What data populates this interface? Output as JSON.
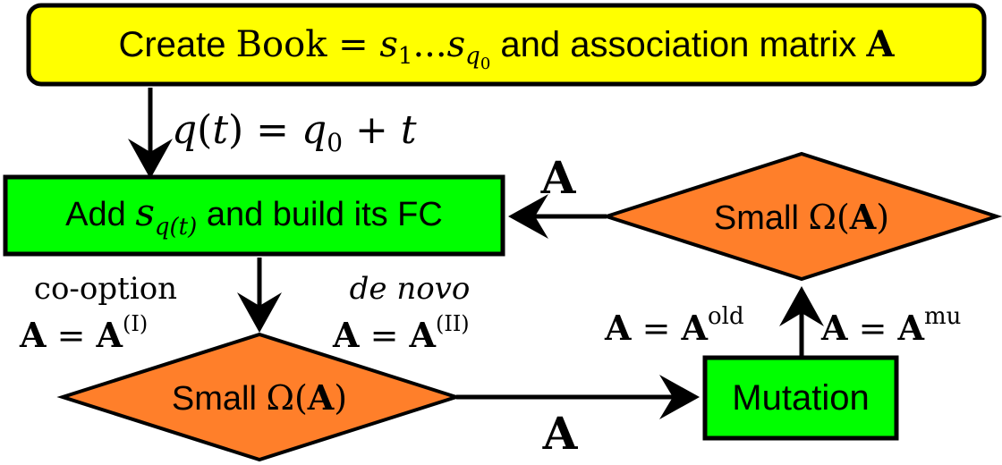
{
  "colors": {
    "yellow_box": "#ffff00",
    "green_box": "#00ff00",
    "orange_diamond": "#ff7f2a",
    "stroke": "#000000"
  },
  "top_box": {
    "pre": "Create ",
    "book": "Book",
    "eq": " = ",
    "s1": "s",
    "s1_sub": "1",
    "dots": "...",
    "sq": "s",
    "sq_sub": "q",
    "sq_subsub": "0",
    "post": " and association matrix ",
    "A": "A"
  },
  "q_formula": {
    "q": "q",
    "lp": "(",
    "t": "t",
    "rp": ") = ",
    "q0": "q",
    "q0_sub": "0",
    "plus": " + ",
    "t2": "t"
  },
  "add_box": {
    "pre": "Add ",
    "s": "s",
    "sub": "q(t)",
    "post": " and build its FC"
  },
  "co_option": {
    "label": "co-option",
    "lhs": "A",
    "eq": " = ",
    "rhs": "A",
    "sup": "(I)"
  },
  "de_novo": {
    "label": "de novo",
    "lhs": "A",
    "eq": " = ",
    "rhs": "A",
    "sup": "(II)"
  },
  "diamond_bottom": {
    "pre": "Small ",
    "omega": "Ω(",
    "A": "A",
    "close": ")"
  },
  "diamond_right": {
    "pre": "Small ",
    "omega": "Ω(",
    "A": "A",
    "close": ")"
  },
  "mutation_box": {
    "label": "Mutation"
  },
  "old_eq": {
    "lhs": "A",
    "eq": " = ",
    "rhs": "A",
    "sup": "old"
  },
  "mu_eq": {
    "lhs": "A",
    "eq": " = ",
    "rhs": "A",
    "sup": "mu"
  },
  "arrow_label_top": "A",
  "arrow_label_bottom": "A"
}
